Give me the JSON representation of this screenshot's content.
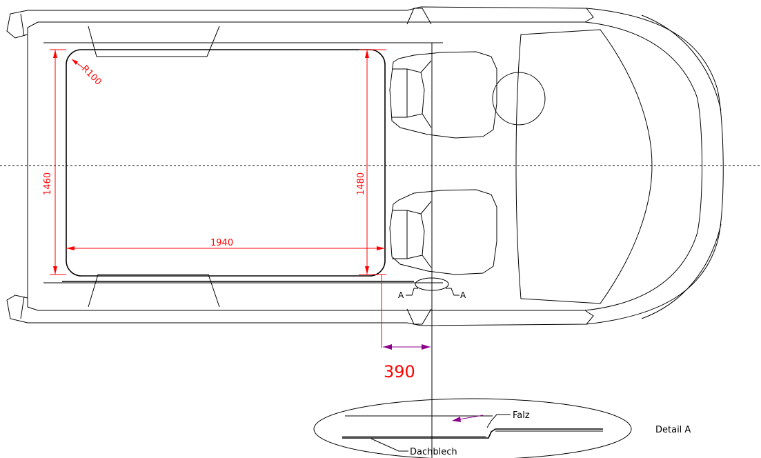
{
  "dimensions": {
    "radius": "R100",
    "width_left": "1460",
    "width_right": "1480",
    "length": "1940",
    "offset": "390"
  },
  "section_marks": {
    "left": "A",
    "right": "A"
  },
  "detail": {
    "title": "Detail A",
    "falz_label": "Falz",
    "dachblech_label": "Dachblech"
  },
  "colors": {
    "outline": "#000000",
    "dimension": "#ff0000",
    "leader": "#8b008b"
  }
}
